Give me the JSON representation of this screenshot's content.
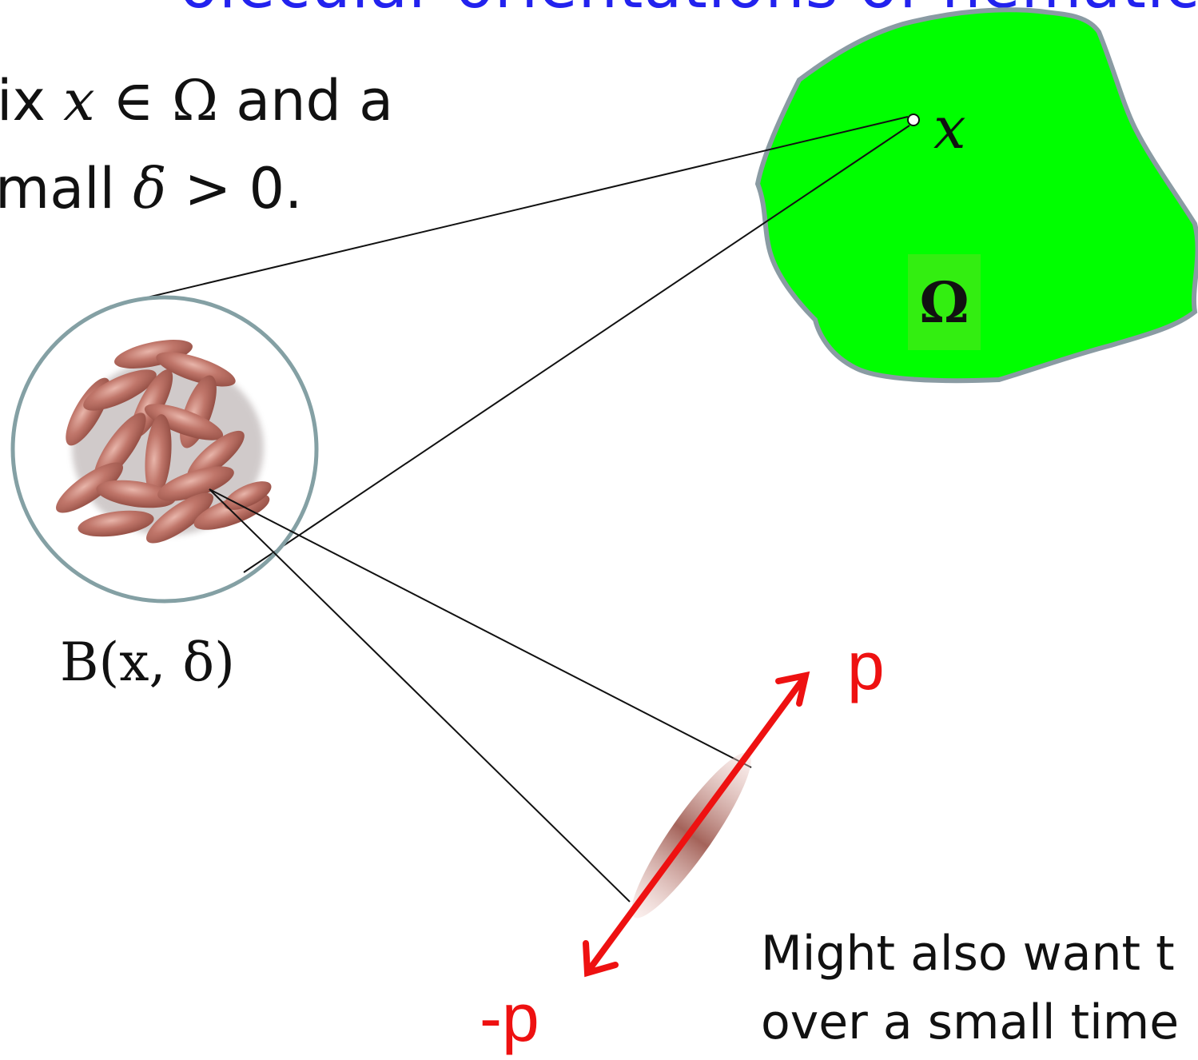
{
  "title": "olecular orientations of nematics",
  "text": {
    "line1_a": "ix ",
    "line1_x": "x",
    "line1_in": " ∈ ",
    "line1_omega": "Ω",
    "line1_b": " and a",
    "line2_a": "mall ",
    "line2_delta": "δ",
    "line2_b": " > 0."
  },
  "labels": {
    "ball": "B(x, δ)",
    "point": "x",
    "domain": "Ω",
    "director_pos": "p",
    "director_neg": "-p"
  },
  "note": {
    "line1": "Might also want t",
    "line2": "over a small time"
  },
  "colors": {
    "title": "#2222ee",
    "domain_fill": "#00ff00",
    "domain_stroke": "#8a9ba3",
    "ball_stroke": "#84a0a4",
    "director": "#ee1111",
    "molecule": "#b96358"
  }
}
